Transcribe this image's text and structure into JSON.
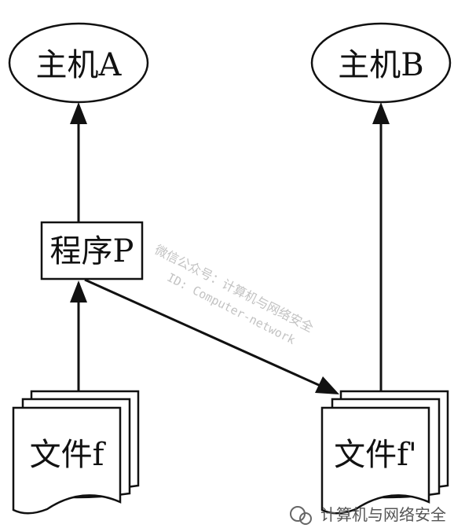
{
  "nodes": {
    "host_a": "主机A",
    "host_b": "主机B",
    "program_p": "程序P",
    "file_f": "文件f",
    "file_f_prime": "文件f'"
  },
  "watermark": {
    "line1": "微信公众号：计算机与网络安全",
    "line2": "ID: Computer-network"
  },
  "footer": {
    "brand": "计算机与网络安全",
    "icon": "wechat-icon"
  },
  "colors": {
    "stroke": "#111111",
    "watermark": "#b8b8b8"
  }
}
